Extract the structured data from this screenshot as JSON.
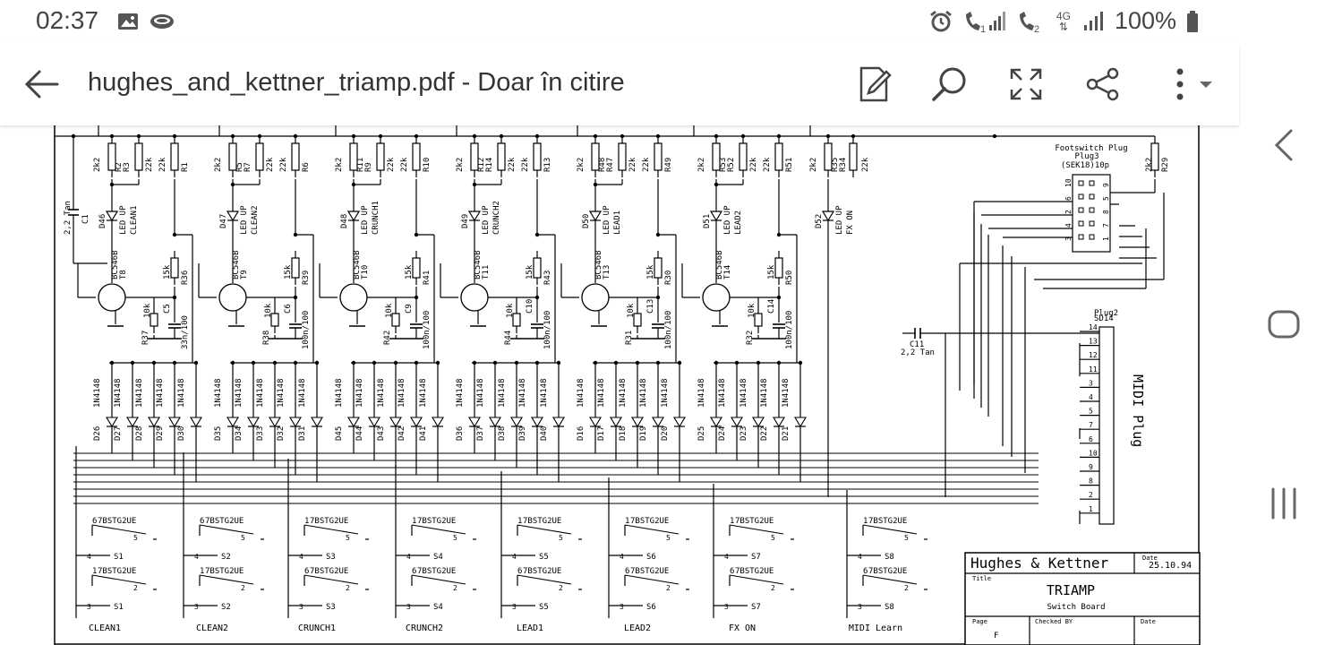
{
  "status_bar": {
    "time": "02:37",
    "sim1": "1",
    "sim2": "2",
    "network": "4G",
    "battery": "100%"
  },
  "app_bar": {
    "title": "hughes_and_kettner_triamp.pdf - Doar în citire"
  },
  "schematic": {
    "columns": [
      {
        "top_caps": [
          "2k2",
          "R2",
          "R3",
          "22k",
          "22k",
          "R1"
        ],
        "diode_led": "D46",
        "led_text": [
          "LED UP",
          "CLEAN1"
        ],
        "transistor": "BC546B",
        "t_ref": "T8",
        "res15": [
          "15k",
          "R36"
        ],
        "res10": [
          "R37",
          "10k"
        ],
        "cap": [
          "C5",
          "33n/100"
        ],
        "d_bank": [
          "D26",
          "D27",
          "D28",
          "D29",
          "D30"
        ]
      },
      {
        "top_caps": [
          "2k2",
          "R5",
          "R7",
          "22k",
          "22k",
          "R6"
        ],
        "diode_led": "D47",
        "led_text": [
          "LED UP",
          "CLEAN2"
        ],
        "transistor": "BC546B",
        "t_ref": "T9",
        "res15": [
          "15k",
          "R39"
        ],
        "res10": [
          "R38",
          "10k"
        ],
        "cap": [
          "C6",
          "100n/100"
        ],
        "d_bank": [
          "D35",
          "D34",
          "D33",
          "D32",
          "D31"
        ]
      },
      {
        "top_caps": [
          "2k2",
          "R11",
          "R9",
          "22k",
          "22k",
          "R10"
        ],
        "diode_led": "D48",
        "led_text": [
          "LED UP",
          "CRUNCH1"
        ],
        "transistor": "BC546B",
        "t_ref": "T10",
        "res15": [
          "15k",
          "R41"
        ],
        "res10": [
          "R42",
          "10k"
        ],
        "cap": [
          "C9",
          "100n/100"
        ],
        "d_bank": [
          "D45",
          "D44",
          "D43",
          "D42",
          "D41"
        ]
      },
      {
        "top_caps": [
          "2k2",
          "R12",
          "R14",
          "22k",
          "22k",
          "R13"
        ],
        "diode_led": "D49",
        "led_text": [
          "LED UP",
          "CRUNCH2"
        ],
        "transistor": "BC546B",
        "t_ref": "T11",
        "res15": [
          "15k",
          "R43"
        ],
        "res10": [
          "R44",
          "10k"
        ],
        "cap": [
          "C10",
          "100n/100"
        ],
        "d_bank": [
          "D36",
          "D37",
          "D38",
          "D39",
          "D40"
        ]
      },
      {
        "top_caps": [
          "2k2",
          "R48",
          "R47",
          "22k",
          "22k",
          "R49"
        ],
        "diode_led": "D50",
        "led_text": [
          "LED UP",
          "LEAD1"
        ],
        "transistor": "BC546B",
        "t_ref": "T13",
        "res15": [
          "15k",
          "R30"
        ],
        "res10": [
          "R31",
          "10k"
        ],
        "cap": [
          "C13",
          "100n/100"
        ],
        "d_bank": [
          "D16",
          "D17",
          "D18",
          "D19",
          "D20"
        ]
      },
      {
        "top_caps": [
          "2k2",
          "R53",
          "R52",
          "22k",
          "22k",
          "R51"
        ],
        "diode_led": "D51",
        "led_text": [
          "LED UP",
          "LEAD2"
        ],
        "transistor": "BC546B",
        "t_ref": "T14",
        "res15": [
          "15k",
          "R50"
        ],
        "res10": [
          "R32",
          "10k"
        ],
        "cap": [
          "C14",
          "100n/100"
        ],
        "d_bank": [
          "D25",
          "D24",
          "D23",
          "D22",
          "D21"
        ]
      }
    ],
    "fx_column": {
      "top": [
        "2k2",
        "R35",
        "R34",
        "22k"
      ],
      "diode_led": "D52",
      "led_text": [
        "LED UP",
        "FX ON"
      ]
    },
    "c1": {
      "ref": "C1",
      "value": "2,2 Tan"
    },
    "c11": {
      "ref": "C11",
      "value": "2,2 Tan"
    },
    "r29": {
      "ref": "R29",
      "value": "2k2"
    },
    "diode_type": "1N4148",
    "footswitch_plug": {
      "title": "Footswitch Plug",
      "ref": "Plug3",
      "type": "(SEK18)10p",
      "pins_left": [
        "10",
        "6",
        "2",
        "4",
        "3"
      ],
      "pins_right": [
        "9",
        "5",
        "8",
        "7",
        "1"
      ]
    },
    "midi_plug": {
      "ref": "Plug2",
      "type": "SD14",
      "label": "MIDI Plug",
      "pins": [
        "14",
        "13",
        "12",
        "11",
        "3",
        "4",
        "5",
        "7",
        "6",
        "10",
        "9",
        "8",
        "2",
        "1"
      ]
    },
    "switch_part": "7BSTG2UE",
    "switches": [
      {
        "ref": "S1",
        "label": "CLEAN1",
        "pin_a": "6",
        "pin_b": "1",
        "p5": "5",
        "p4": "4",
        "p2": "2",
        "p3": "3"
      },
      {
        "ref": "S2",
        "label": "CLEAN2",
        "pin_a": "6",
        "pin_b": "1",
        "p5": "5",
        "p4": "4",
        "p2": "2",
        "p3": "3"
      },
      {
        "ref": "S3",
        "label": "CRUNCH1",
        "pin_a": "1",
        "pin_b": "6",
        "p5": "5",
        "p4": "4",
        "p2": "2",
        "p3": "3"
      },
      {
        "ref": "S4",
        "label": "CRUNCH2",
        "pin_a": "1",
        "pin_b": "6",
        "p5": "5",
        "p4": "4",
        "p2": "2",
        "p3": "3"
      },
      {
        "ref": "S5",
        "label": "LEAD1",
        "pin_a": "1",
        "pin_b": "6",
        "p5": "5",
        "p4": "4",
        "p2": "2",
        "p3": "3"
      },
      {
        "ref": "S6",
        "label": "LEAD2",
        "pin_a": "1",
        "pin_b": "6",
        "p5": "5",
        "p4": "4",
        "p2": "2",
        "p3": "3"
      },
      {
        "ref": "S7",
        "label": "FX ON",
        "pin_a": "1",
        "pin_b": "6",
        "p5": "5",
        "p4": "4",
        "p2": "2",
        "p3": "3"
      },
      {
        "ref": "S8",
        "label": "MIDI Learn",
        "pin_a": "1",
        "pin_b": "6",
        "p5": "5",
        "p4": "4",
        "p2": "2",
        "p3": "3"
      }
    ],
    "title_block": {
      "company": "Hughes & Kettner",
      "date_label": "Date",
      "date": "25.10.94",
      "title_label": "Title",
      "title": "TRIAMP",
      "subtitle": "Switch Board",
      "page_label": "Page",
      "page": "F",
      "checked_label": "Checked BY",
      "date2_label": "Date"
    }
  }
}
